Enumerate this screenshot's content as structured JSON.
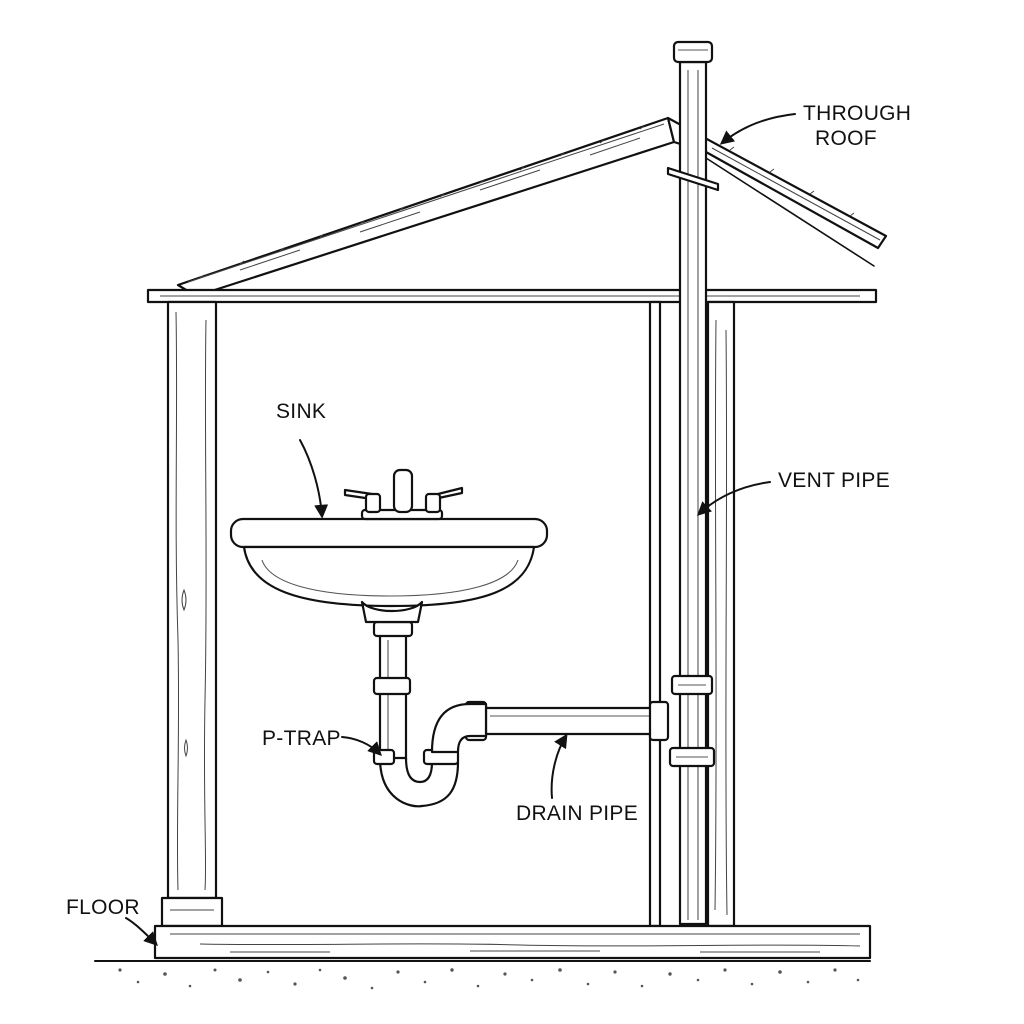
{
  "labels": {
    "through_roof_line1": "THROUGH",
    "through_roof_line2": "ROOF",
    "sink": "SINK",
    "vent_pipe": "VENT PIPE",
    "p_trap": "P-TRAP",
    "drain_pipe": "DRAIN PIPE",
    "floor": "FLOOR"
  },
  "colors": {
    "ink": "#111111",
    "background": "#ffffff"
  }
}
